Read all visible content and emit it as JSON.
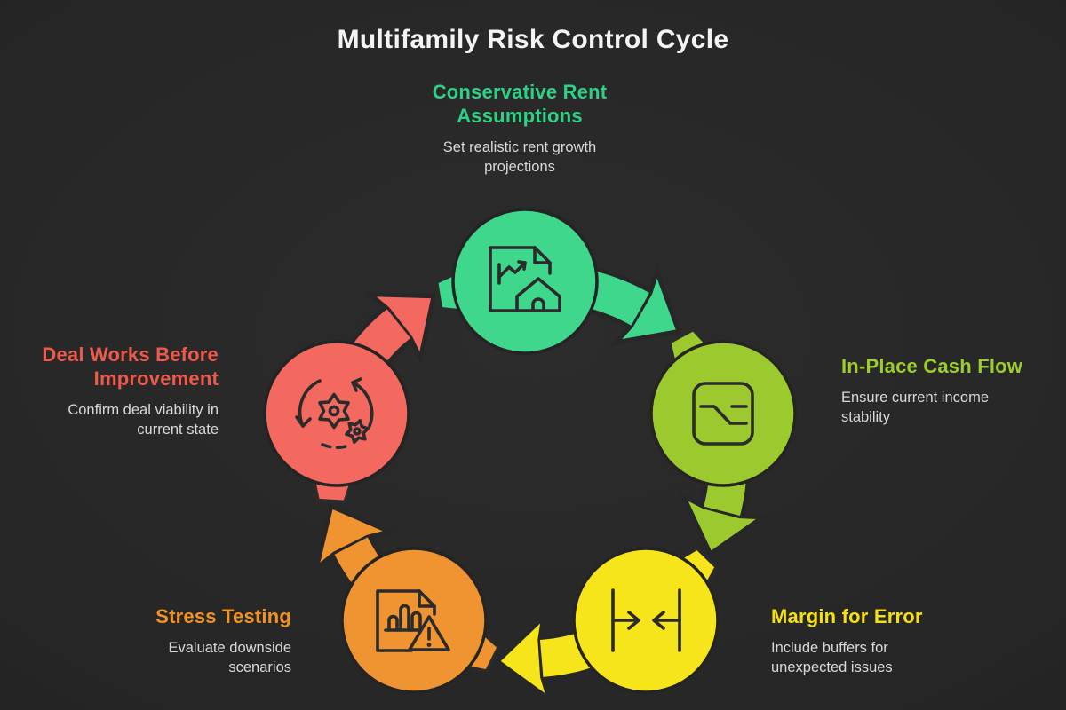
{
  "title": "Multifamily Risk Control Cycle",
  "palette": {
    "background": "#272727",
    "ink": "#2b2b2b",
    "title_color": "#f4f4f4",
    "body_color": "#d9d9d9",
    "node_outline": "#242424"
  },
  "steps": [
    {
      "id": "conservative-rent-assumptions",
      "heading": "Conservative Rent Assumptions",
      "heading_lines": [
        "Conservative Rent",
        "Assumptions"
      ],
      "sub": "Set realistic rent growth projections",
      "sub_lines": [
        "Set realistic rent growth",
        "projections"
      ],
      "color": "#3fd78c",
      "heading_color": "#2ed184",
      "icon": "document-chart-house"
    },
    {
      "id": "in-place-cash-flow",
      "heading": "In-Place Cash Flow",
      "heading_lines": [
        "In-Place Cash Flow"
      ],
      "sub": "Ensure current income stability",
      "sub_lines": [
        "Ensure current income",
        "stability"
      ],
      "color": "#9cca2e",
      "heading_color": "#9ccd2e",
      "icon": "cash-flow-step"
    },
    {
      "id": "margin-for-error",
      "heading": "Margin for Error",
      "heading_lines": [
        "Margin for Error"
      ],
      "sub": "Include buffers for unexpected issues",
      "sub_lines": [
        "Include buffers for",
        "unexpected issues"
      ],
      "color": "#f5e51a",
      "heading_color": "#f6df13",
      "icon": "compress-arrows"
    },
    {
      "id": "stress-testing",
      "heading": "Stress Testing",
      "heading_lines": [
        "Stress Testing"
      ],
      "sub": "Evaluate downside scenarios",
      "sub_lines": [
        "Evaluate downside",
        "scenarios"
      ],
      "color": "#ef9430",
      "heading_color": "#ef9327",
      "icon": "document-warning"
    },
    {
      "id": "deal-works-before-improvement",
      "heading": "Deal Works Before Improvement",
      "heading_lines": [
        "Deal Works Before",
        "Improvement"
      ],
      "sub": "Confirm deal viability in current state",
      "sub_lines": [
        "Confirm deal viability in",
        "current state"
      ],
      "color": "#f3685f",
      "heading_color": "#ee594e",
      "icon": "gears-cycle"
    }
  ]
}
